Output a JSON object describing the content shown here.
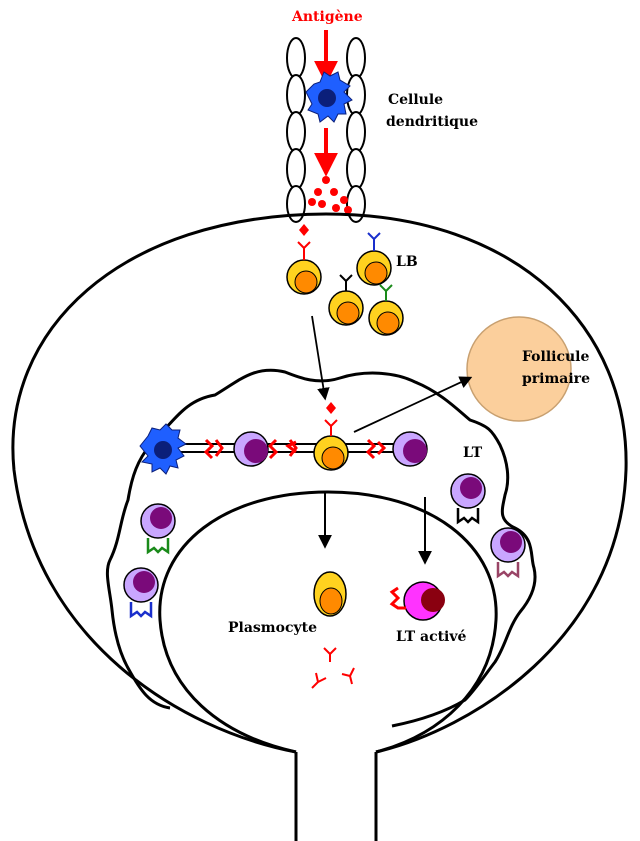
{
  "labels": {
    "antigen": "Antigène",
    "dendritic_line1": "Cellule",
    "dendritic_line2": "dendritique",
    "lb": "LB",
    "follicle_line1": "Follicule",
    "follicle_line2": "primaire",
    "lt": "LT",
    "plasmocyte": "Plasmocyte",
    "lt_active": "LT activé"
  },
  "colors": {
    "red": "#ff0000",
    "dendritic": "#1f5fff",
    "dendritic_nucleus": "#0b1f7a",
    "b_cell": "#ffd21f",
    "b_cell_nucleus": "#ff8a00",
    "t_cell": "#c9a6ff",
    "t_cell_nucleus": "#7a0a7a",
    "t_active": "#ff33ff",
    "t_active_nucleus": "#8a0010",
    "follicle": "#fbcf9c",
    "green": "#1a8a1a",
    "blue": "#1a2fcc",
    "mauve": "#994466"
  }
}
